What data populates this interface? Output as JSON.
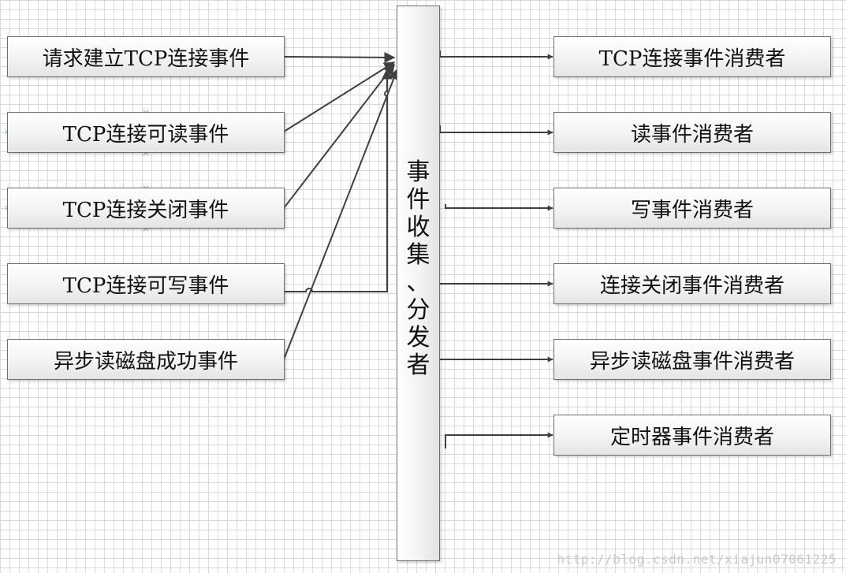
{
  "title": "event collection and dispatch diagram",
  "colors": {
    "line": "#404040",
    "box_border": "#6e6e6e"
  },
  "producers": [
    {
      "label": "请求建立TCP连接事件"
    },
    {
      "label": "TCP连接可读事件"
    },
    {
      "label": "TCP连接关闭事件"
    },
    {
      "label": "TCP连接可写事件"
    },
    {
      "label": "异步读磁盘成功事件"
    }
  ],
  "dispatcher": {
    "label_chars": [
      "事",
      "件",
      "收",
      "集",
      "、",
      "分",
      "发",
      "者"
    ]
  },
  "consumers": [
    {
      "label": "TCP连接事件消费者"
    },
    {
      "label": "读事件消费者"
    },
    {
      "label": "写事件消费者"
    },
    {
      "label": "连接关闭事件消费者"
    },
    {
      "label": "异步读磁盘事件消费者"
    },
    {
      "label": "定时器事件消费者"
    }
  ],
  "watermark": "http://blog.csdn.net/xiajun07061225"
}
